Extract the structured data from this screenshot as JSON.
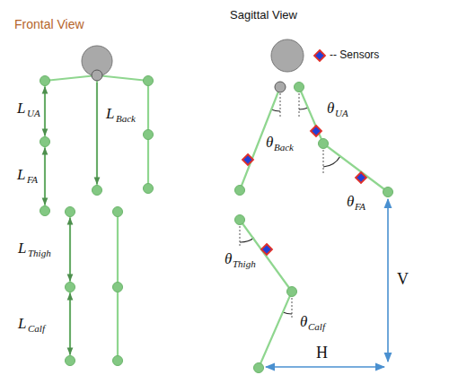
{
  "diagram": {
    "labels": [
      "Frontal View",
      "Sagittal View",
      "L",
      "UA",
      "L",
      "Back",
      "L",
      "FA",
      "L",
      "Thigh",
      "L",
      "Calf",
      "θ",
      "UA",
      "θ",
      "Back",
      "θ",
      "FA",
      "θ",
      "Thigh",
      "θ",
      "Calf",
      "V",
      "H"
    ],
    "legend": [
      {
        "text": "-- Sensors"
      }
    ]
  }
}
